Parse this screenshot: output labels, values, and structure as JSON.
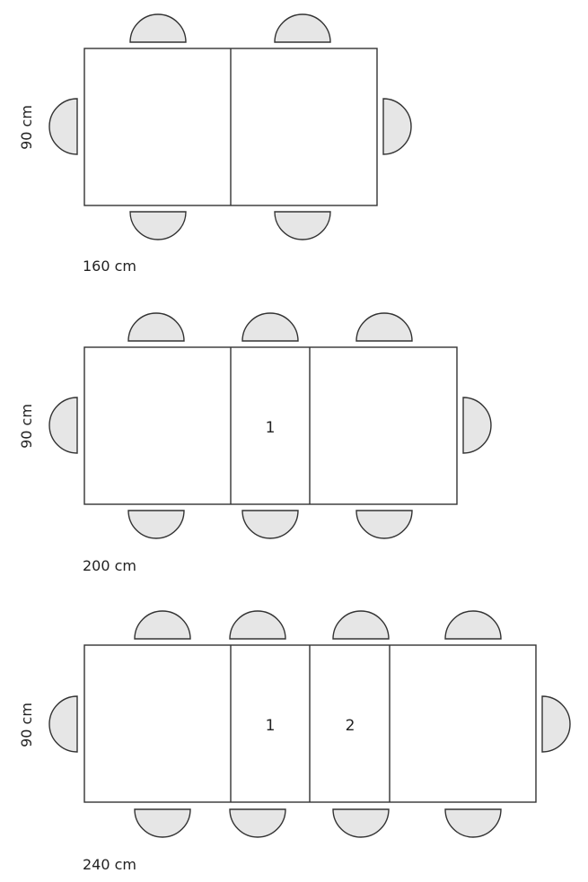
{
  "colors": {
    "outline": "#333333",
    "chair_fill": "#e6e6e6",
    "background": "#ffffff"
  },
  "tables": [
    {
      "width_label": "160 cm",
      "depth_label": "90 cm",
      "extensions": []
    },
    {
      "width_label": "200 cm",
      "depth_label": "90 cm",
      "extensions": [
        "1"
      ]
    },
    {
      "width_label": "240 cm",
      "depth_label": "90 cm",
      "extensions": [
        "1",
        "2"
      ]
    }
  ]
}
